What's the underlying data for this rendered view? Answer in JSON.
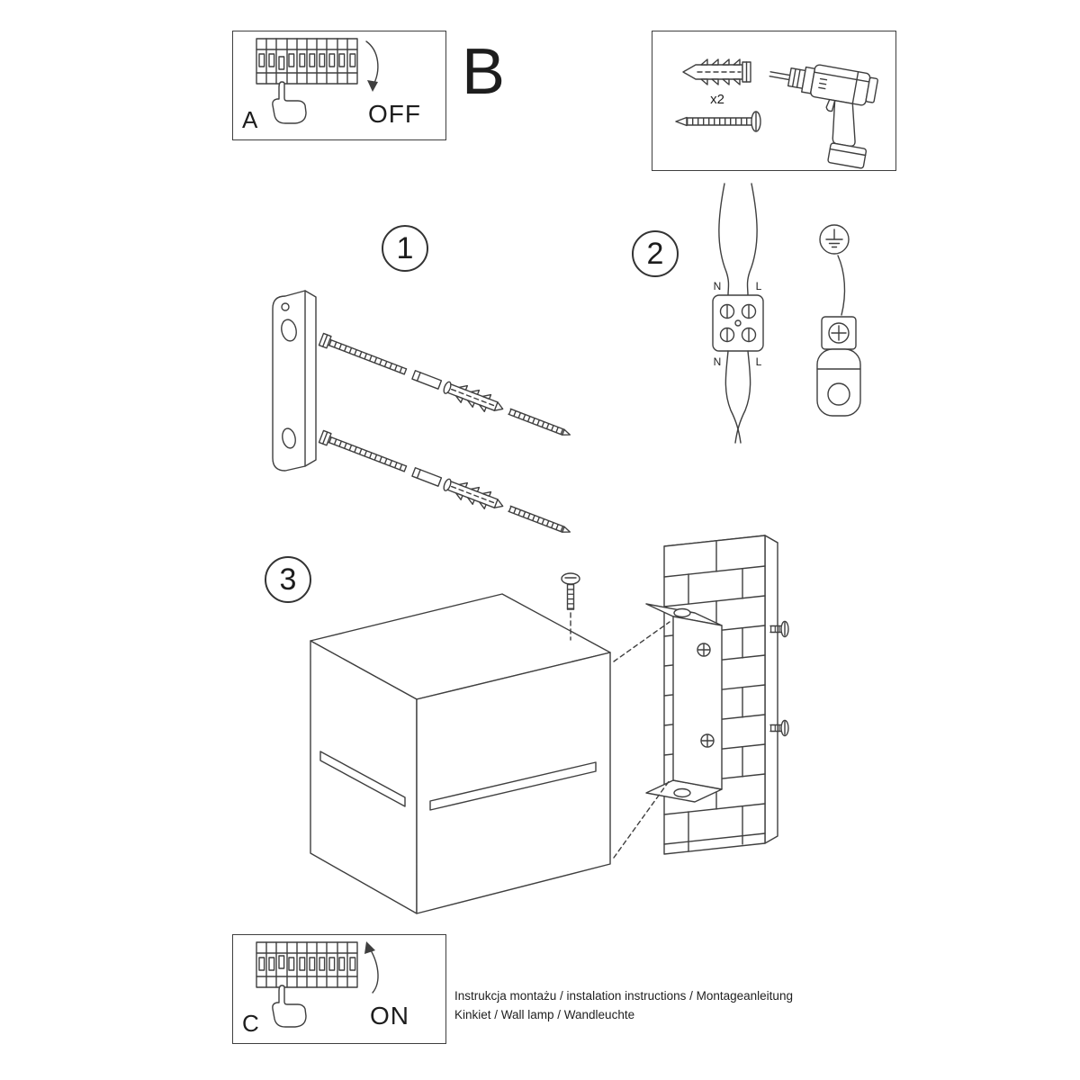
{
  "colors": {
    "ink": "#3f3f3f",
    "background": "#ffffff"
  },
  "panel_off": {
    "corner_label": "A",
    "action_label": "OFF"
  },
  "section_label": "B",
  "hardware_box": {
    "anchor_quantity": "x2"
  },
  "step_1": {
    "number": "1"
  },
  "step_2": {
    "number": "2",
    "terminal_labels": {
      "top_left": "N",
      "top_right": "L",
      "bottom_left": "N",
      "bottom_right": "L"
    }
  },
  "step_3": {
    "number": "3"
  },
  "panel_on": {
    "corner_label": "C",
    "action_label": "ON"
  },
  "footer": {
    "line_1": "Instrukcja montażu / instalation instructions / Montageanleitung",
    "line_2": "Kinkiet / Wall lamp / Wandleuchte"
  },
  "icon_names": [
    "breaker-panel-icon",
    "pointing-hand-icon",
    "curved-arrow-down-icon",
    "curved-arrow-up-icon",
    "wall-plug-icon",
    "screw-icon",
    "drill-icon",
    "mounting-bracket-icon",
    "expansion-anchor-icon",
    "terminal-block-icon",
    "earth-symbol-icon",
    "earth-connector-icon",
    "cube-lamp-icon",
    "brick-wall-icon"
  ]
}
